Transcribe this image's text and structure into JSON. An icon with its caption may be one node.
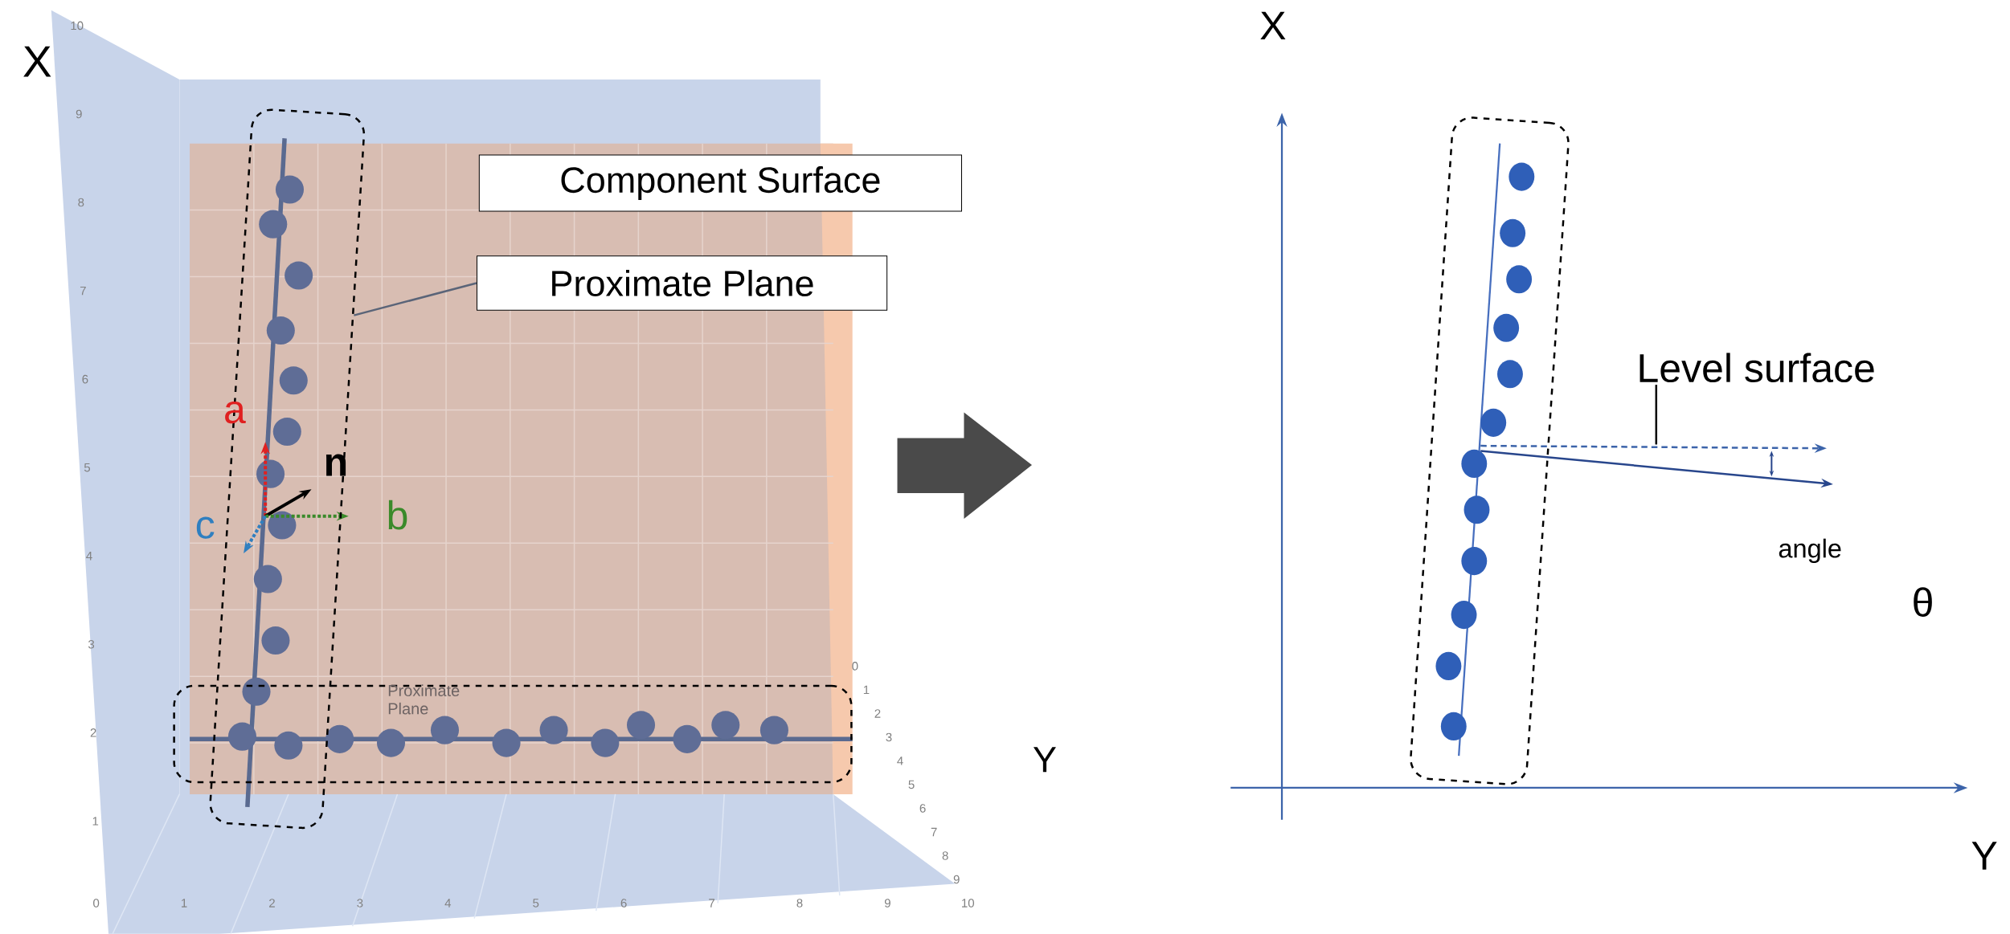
{
  "diagram": {
    "nodes": [
      {
        "text": [
          "Component Surface"
        ]
      },
      {
        "text": [
          "Proximate Plane"
        ]
      },
      {
        "text": [],
        "shape": "box"
      },
      {
        "text": [
          "Proximate Plane"
        ]
      },
      {
        "text": [],
        "shape": "box"
      },
      {
        "text": [
          "Level surface"
        ]
      }
    ],
    "edges": [
      {
        "from": 1,
        "to": 2,
        "arrow": "none"
      },
      {
        "from": 5,
        "to": null,
        "arrow": "none",
        "color": "#000000"
      }
    ],
    "labels": [
      "X",
      "10",
      "9",
      "8",
      "7",
      "6",
      "5",
      "4",
      "3",
      "2",
      "1",
      "a",
      "n",
      "c",
      "b",
      "0",
      "1",
      "2",
      "3",
      "4",
      "5",
      "6",
      "7",
      "8",
      "9",
      "0",
      "1",
      "2",
      "3",
      "4",
      "5",
      "6",
      "7",
      "8",
      "9",
      "10",
      "Y",
      "X",
      "angle",
      "θ",
      "Y"
    ]
  }
}
